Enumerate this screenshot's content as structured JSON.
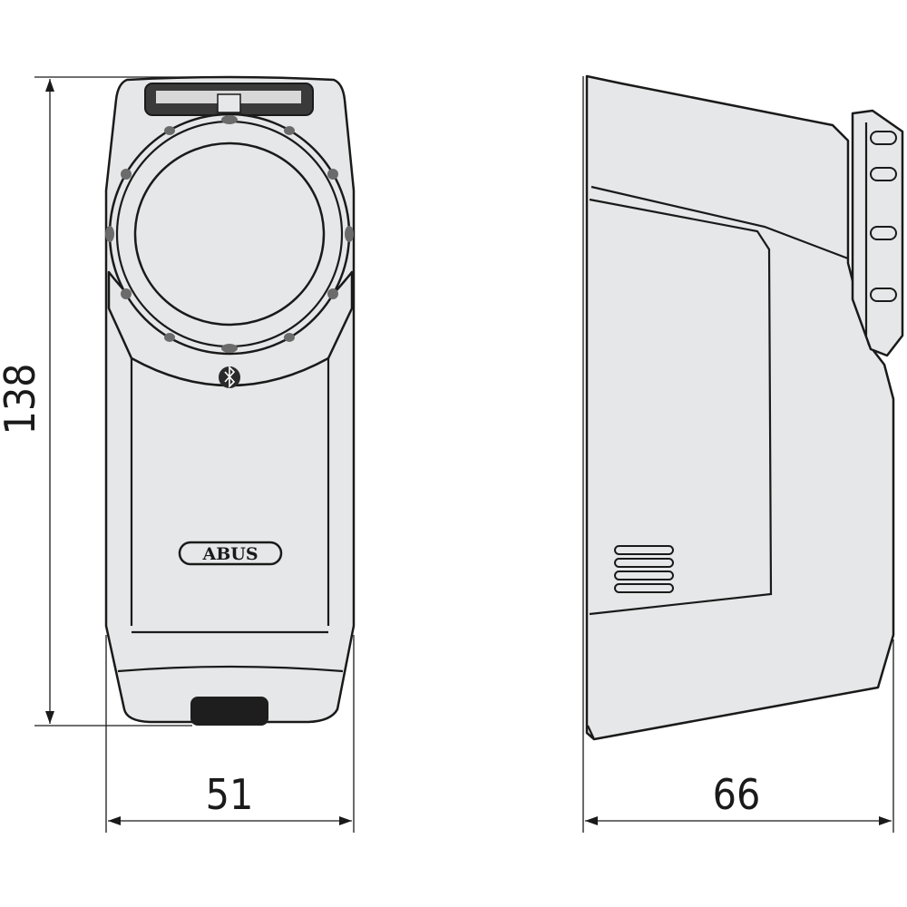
{
  "drawing": {
    "brand_logo": "ABUS",
    "dimensions": {
      "height": "138",
      "front_width": "51",
      "side_depth": "66"
    },
    "colors": {
      "body_fill": "#e6e7e8",
      "line": "#1a1a1a"
    }
  }
}
